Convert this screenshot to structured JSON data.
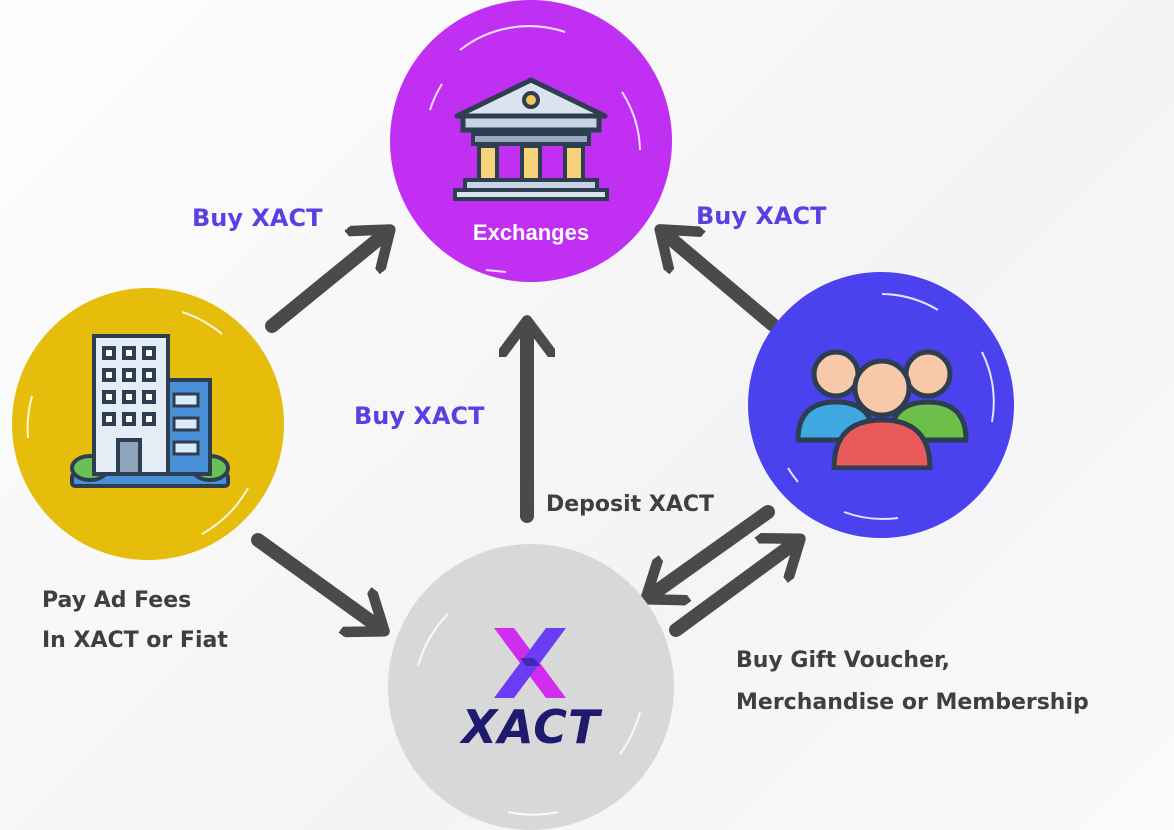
{
  "nodes": {
    "exchanges": {
      "label": "Exchanges",
      "color": "#C12FF2",
      "icon": "bank-icon"
    },
    "company": {
      "color": "#E5BD0A",
      "icon": "office-building-icon"
    },
    "users": {
      "color": "#4A42EE",
      "icon": "user-group-icon"
    },
    "xact": {
      "color": "#D8D8D8",
      "logo_text": "XACT",
      "icon": "xact-logo-icon"
    }
  },
  "edges": {
    "company_to_exchanges": "Buy XACT",
    "users_to_exchanges": "Buy XACT",
    "xact_to_exchanges": "Buy XACT",
    "deposit": "Deposit XACT",
    "pay_ad_fees_line1": "Pay Ad Fees",
    "pay_ad_fees_line2": "In XACT or Fiat",
    "buy_gift_line1": "Buy Gift Voucher,",
    "buy_gift_line2": "Merchandise or Membership"
  },
  "colors": {
    "arrow": "#4A4A4A",
    "label_accent": "#5B3FE4",
    "label_dark": "#3F3F3F"
  }
}
